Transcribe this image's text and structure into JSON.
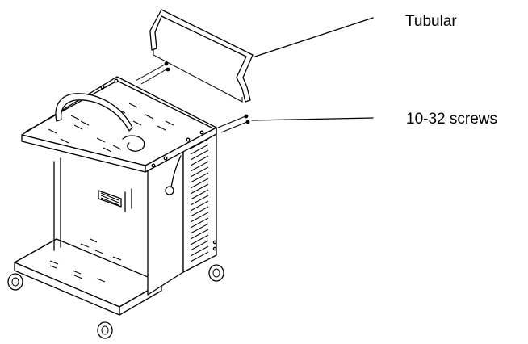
{
  "figure": {
    "labels": {
      "tubular": "Tubular",
      "screws": "10-32 screws"
    },
    "parts": [
      "cart-base",
      "top-shelf",
      "cabinet-side-panel",
      "tubular-handle",
      "screws",
      "casters"
    ],
    "ink_color": "#000000",
    "background_color": "#ffffff"
  }
}
